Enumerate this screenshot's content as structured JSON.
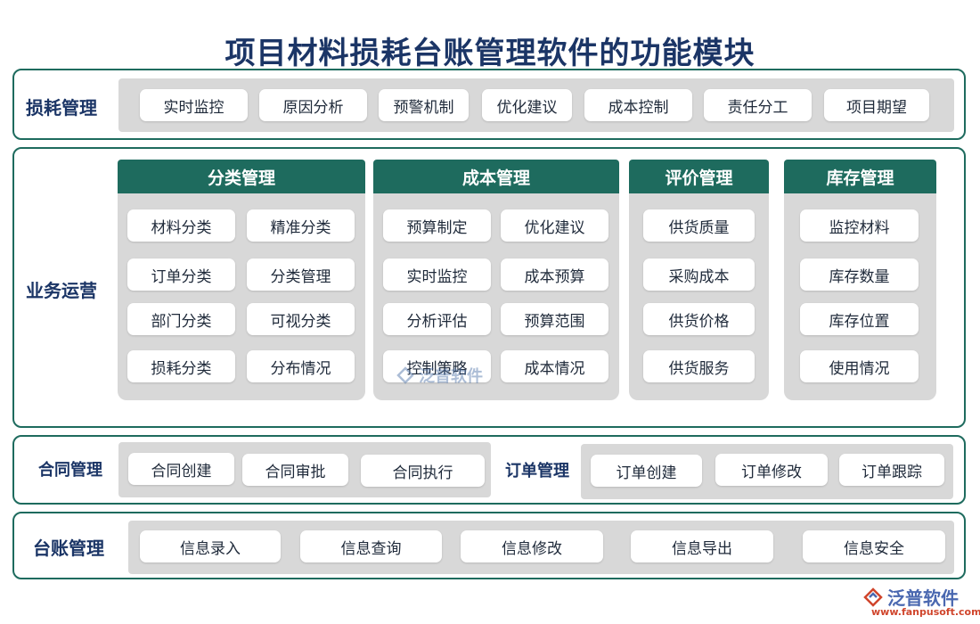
{
  "title": "项目材料损耗台账管理软件的功能模块",
  "colors": {
    "accent": "#1e6b5e",
    "title": "#1b3566",
    "tray": "#d8d8d8"
  },
  "loss": {
    "label": "损耗管理",
    "items": [
      "实时监控",
      "原因分析",
      "预警机制",
      "优化建议",
      "成本控制",
      "责任分工",
      "项目期望"
    ]
  },
  "ops": {
    "label": "业务运营",
    "panels": [
      {
        "title": "分类管理",
        "items": [
          "材料分类",
          "精准分类",
          "订单分类",
          "分类管理",
          "部门分类",
          "可视分类",
          "损耗分类",
          "分布情况"
        ]
      },
      {
        "title": "成本管理",
        "items": [
          "预算制定",
          "优化建议",
          "实时监控",
          "成本预算",
          "分析评估",
          "预算范围",
          "控制策略",
          "成本情况"
        ]
      },
      {
        "title": "评价管理",
        "items": [
          "供货质量",
          "采购成本",
          "供货价格",
          "供货服务"
        ]
      },
      {
        "title": "库存管理",
        "items": [
          "监控材料",
          "库存数量",
          "库存位置",
          "使用情况"
        ]
      }
    ],
    "watermark": "泛普软件"
  },
  "contract": {
    "label": "合同管理",
    "items": [
      "合同创建",
      "合同审批",
      "合同执行"
    ]
  },
  "order": {
    "label": "订单管理",
    "items": [
      "订单创建",
      "订单修改",
      "订单跟踪"
    ]
  },
  "ledger": {
    "label": "台账管理",
    "items": [
      "信息录入",
      "信息查询",
      "信息修改",
      "信息导出",
      "信息安全"
    ]
  },
  "brand": {
    "name": "泛普软件",
    "url": "www.fanpusoft.com"
  }
}
